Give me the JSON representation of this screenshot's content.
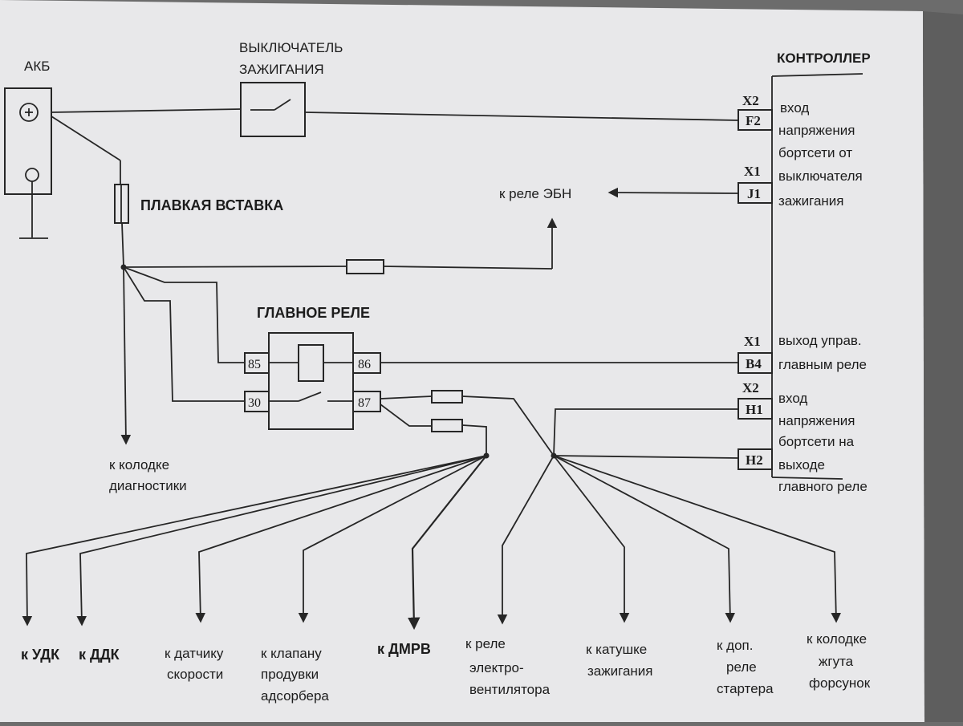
{
  "colors": {
    "paper": "#e9e9ea",
    "ink": "#262626",
    "background": "#6c6c6c"
  },
  "labels": {
    "battery": "АКБ",
    "ignition_switch_line1": "ВЫКЛЮЧАТЕЛЬ",
    "ignition_switch_line2": "ЗАЖИГАНИЯ",
    "controller": "КОНТРОЛЛЕР",
    "fuse_link": "ПЛАВКАЯ ВСТАВКА",
    "main_relay": "ГЛАВНОЕ РЕЛЕ",
    "ecu_relay": "к реле ЭБН",
    "diagnostics_line1": "к колодке",
    "diagnostics_line2": "диагностики"
  },
  "relay_pins": {
    "p85": "85",
    "p86": "86",
    "p30": "30",
    "p87": "87"
  },
  "controller": {
    "connectors": {
      "x2_top": "X2",
      "x1_mid": "X1",
      "x1_b4": "X1",
      "x2_h": "X2"
    },
    "pins": {
      "f2": "F2",
      "j1": "J1",
      "b4": "B4",
      "h1": "H1",
      "h2": "H2"
    },
    "descriptions": {
      "f2": [
        "вход",
        "напряжения",
        "бортсети от",
        "выключателя",
        "зажигания"
      ],
      "b4": [
        "выход управ.",
        "главным реле"
      ],
      "h": [
        "вход",
        "напряжения",
        "бортсети на",
        "выходе",
        "главного реле"
      ]
    }
  },
  "outputs": {
    "udk": [
      "к УДК"
    ],
    "ddk": [
      "к ДДК"
    ],
    "speed": [
      "к датчику",
      "скорости"
    ],
    "canister": [
      "к клапану",
      "продувки",
      "адсорбера"
    ],
    "dmrv": [
      "к ДМРВ"
    ],
    "fan": [
      "к реле",
      "электро-",
      "вентилятора"
    ],
    "coil": [
      "к катушке",
      "зажигания"
    ],
    "starter": [
      "к доп.",
      "реле",
      "стартера"
    ],
    "injectors": [
      "к колодке",
      "жгута",
      "форсунок"
    ]
  }
}
